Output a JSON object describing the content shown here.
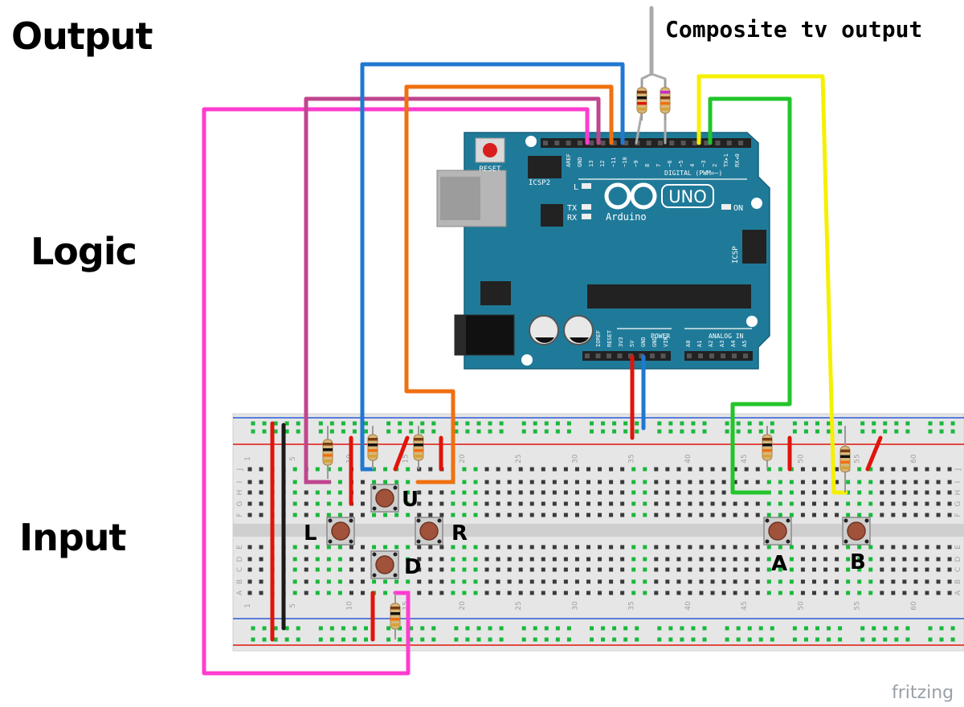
{
  "labels": {
    "output": "Output",
    "logic": "Logic",
    "input": "Input",
    "composite": "Composite tv output",
    "brand": "fritzing"
  },
  "buttons": {
    "u": "U",
    "l": "L",
    "r": "R",
    "d": "D",
    "a": "A",
    "b": "B"
  },
  "board": {
    "name": "UNO",
    "brand": "Arduino",
    "reset": "RESET",
    "icsp2": "ICSP2",
    "icsp": "ICSP",
    "digital": "DIGITAL (PWM=~)",
    "power": "POWER",
    "analog": "ANALOG IN",
    "led_l": "L",
    "led_tx": "TX",
    "led_rx": "RX",
    "led_on": "ON",
    "top_pins": [
      "AREF",
      "GND",
      "13",
      "12",
      "~11",
      "~10",
      "~9",
      "8",
      "7",
      "~6",
      "~5",
      "4",
      "~3",
      "2",
      "TX▸1",
      "RX◂0"
    ],
    "power_pins": [
      "IOREF",
      "RESET",
      "3V3",
      "5V",
      "GND",
      "GND",
      "VIN"
    ],
    "analog_pins": [
      "A0",
      "A1",
      "A2",
      "A3",
      "A4",
      "A5"
    ]
  },
  "breadboard": {
    "col_numbers": [
      "1",
      "5",
      "10",
      "15",
      "20",
      "25",
      "30",
      "35",
      "40",
      "45",
      "50",
      "55",
      "60"
    ],
    "row_letters_top": [
      "J",
      "I",
      "H",
      "G",
      "F"
    ],
    "row_letters_bottom": [
      "E",
      "D",
      "C",
      "B",
      "A"
    ]
  },
  "colors": {
    "board": "#1f7a99",
    "breadboard": "#e6e6e6",
    "wire_red": "#e0140b",
    "wire_blue": "#1f78d1",
    "wire_pink": "#ff3ccf",
    "wire_mauve": "#c0458f",
    "wire_orange": "#f07010",
    "wire_yellow": "#f5f000",
    "wire_green": "#22c52a",
    "wire_black": "#1a1a1a",
    "rail_red": "#e0140b",
    "rail_blue": "#2a5ad6"
  }
}
